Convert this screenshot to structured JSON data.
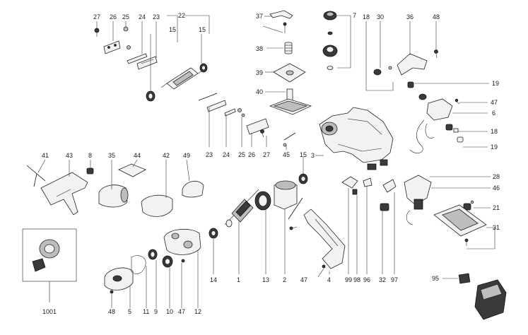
{
  "labels": {
    "l27a": "27",
    "l26a": "26",
    "l25a": "25",
    "l24a": "24",
    "l23a": "23",
    "l22": "22",
    "l15a": "15",
    "l15b": "15",
    "l37": "37",
    "l38": "38",
    "l39": "39",
    "l40": "40",
    "l7": "7",
    "l18a": "18",
    "l30": "30",
    "l36": "36",
    "l48a": "48",
    "l19a": "19",
    "l47a": "47",
    "l6": "6",
    "l18b": "18",
    "l19b": "19",
    "l23b": "23",
    "l24b": "24",
    "l25b": "25",
    "l26b": "26",
    "l27b": "27",
    "l45": "45",
    "l15c": "15",
    "l3": "3",
    "l41": "41",
    "l43": "43",
    "l8": "8",
    "l35": "35",
    "l44": "44",
    "l42": "42",
    "l49": "49",
    "l28": "28",
    "l46": "46",
    "l21": "21",
    "l31": "31",
    "l14": "14",
    "l1": "1",
    "l13": "13",
    "l2": "2",
    "l47b": "47",
    "l4": "4",
    "l99": "99",
    "l98": "98",
    "l96": "96",
    "l32": "32",
    "l97": "97",
    "l95": "95",
    "l1001": "1001",
    "l48b": "48",
    "l5": "5",
    "l11": "11",
    "l9": "9",
    "l10": "10",
    "l47c": "47",
    "l12": "12"
  }
}
